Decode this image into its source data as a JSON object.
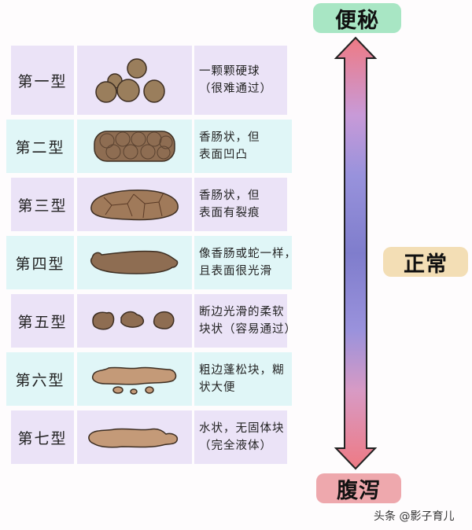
{
  "title": "Bristol stool scale",
  "scale_labels": {
    "top": "便秘",
    "middle": "正常",
    "bottom": "腹泻"
  },
  "colors": {
    "row_purple": "#ebe3f7",
    "row_cyan": "#e0f6f7",
    "tag_top": "#a8e6c4",
    "tag_middle": "#f3deb5",
    "tag_bottom": "#eea8ad",
    "arrow_end": "#ee7a84",
    "arrow_middle": "#8a86d2",
    "stool_dark": "#8b6a4c",
    "stool_light": "#c49a78"
  },
  "rows": [
    {
      "label": "第一型",
      "image_icon": "hard-lumps-icon",
      "desc": [
        "一颗颗硬球",
        "（很难通过）"
      ]
    },
    {
      "label": "第二型",
      "image_icon": "lumpy-sausage-icon",
      "desc": [
        "香肠状，但",
        "表面凹凸"
      ]
    },
    {
      "label": "第三型",
      "image_icon": "cracked-sausage-icon",
      "desc": [
        "香肠状，但",
        "表面有裂痕"
      ]
    },
    {
      "label": "第四型",
      "image_icon": "smooth-snake-icon",
      "desc": [
        "像香肠或蛇一样，",
        "且表面很光滑"
      ]
    },
    {
      "label": "第五型",
      "image_icon": "soft-blobs-icon",
      "desc": [
        "断边光滑的柔软",
        "块状（容易通过）"
      ]
    },
    {
      "label": "第六型",
      "image_icon": "mushy-pieces-icon",
      "desc": [
        "粗边蓬松块，糊",
        "状大便"
      ]
    },
    {
      "label": "第七型",
      "image_icon": "watery-icon",
      "desc": [
        "水状，无固体块",
        "（完全液体）"
      ]
    }
  ],
  "watermark": "头条 @影子育儿"
}
